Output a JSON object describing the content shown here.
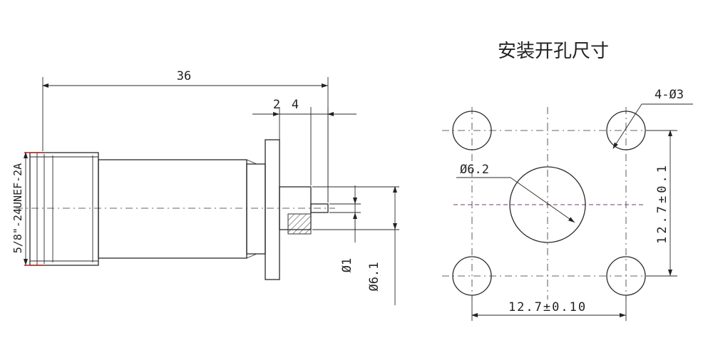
{
  "connector": {
    "length": "36",
    "flange_offset_a": "2",
    "flange_offset_b": "4",
    "thread": "5/8\"-24UNEF-2A",
    "pin_diameter": "Ø1",
    "insulator_diameter": "Ø6.1"
  },
  "panel_cutout": {
    "title": "安装开孔尺寸",
    "holes": "4-Ø3",
    "center_hole": "Ø6.2",
    "vertical_spacing": "12.7±0.1",
    "horizontal_spacing": "12.7±0.10"
  }
}
